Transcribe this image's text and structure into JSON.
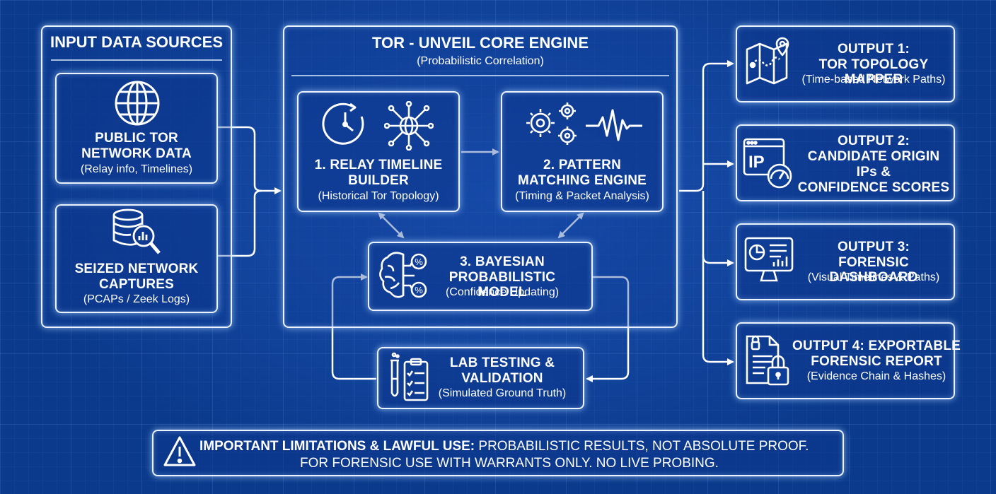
{
  "input_panel": {
    "title": "INPUT DATA SOURCES",
    "public_data": {
      "title_line1": "PUBLIC TOR",
      "title_line2": "NETWORK DATA",
      "subtitle": "(Relay info, Timelines)",
      "icon": "globe-icon"
    },
    "seized_captures": {
      "title_line1": "SEIZED NETWORK",
      "title_line2": "CAPTURES",
      "subtitle": "(PCAPs / Zeek Logs)",
      "icon": "database-search-icon"
    }
  },
  "core_engine": {
    "title": "TOR - UNVEIL CORE ENGINE",
    "subtitle": "(Probabilistic Correlation)",
    "relay_timeline": {
      "title_line1": "1. RELAY TIMELINE",
      "title_line2": "BUILDER",
      "subtitle": "(Historical Tor Topology)",
      "icons": [
        "clock-icon",
        "network-globe-icon"
      ]
    },
    "pattern_matching": {
      "title_line1": "2. PATTERN",
      "title_line2": "MATCHING ENGINE",
      "subtitle": "(Timing & Packet Analysis)",
      "icons": [
        "gears-icon",
        "waveform-icon"
      ]
    },
    "bayesian": {
      "title_line1": "3. BAYESIAN",
      "title_line2": "PROBABILISTIC MODEL",
      "subtitle": "(Confidence Updating)",
      "icon": "brain-percent-icon"
    }
  },
  "lab_testing": {
    "title_line1": "LAB TESTING &",
    "title_line2": "VALIDATION",
    "subtitle": "(Simulated Ground Truth)",
    "icon": "test-tube-clipboard-icon"
  },
  "outputs": [
    {
      "line1": "OUTPUT 1:",
      "line2": "TOR TOPOLOGY MAPPER",
      "line3": "(Time-based Network Paths)",
      "icon": "map-pin-icon"
    },
    {
      "line1": "OUTPUT 2:",
      "line2": "CANDIDATE ORIGIN",
      "line3": "IPs &",
      "line4": "CONFIDENCE SCORES",
      "icon_text": "IP",
      "icon": "ip-gauge-icon"
    },
    {
      "line1": "OUTPUT 3:",
      "line2": "FORENSIC DASHBOARD",
      "line3": "(Visual Timelines & Paths)",
      "icon": "monitor-dashboard-icon"
    },
    {
      "line1": "OUTPUT 4: EXPORTABLE",
      "line2": "FORENSIC REPORT",
      "line3": "(Evidence Chain & Hashes)",
      "icon": "document-lock-icon"
    }
  ],
  "warning": {
    "bold": "IMPORTANT LIMITATIONS & LAWFUL USE:",
    "line1_rest": " PROBABILISTIC RESULTS, NOT ABSOLUTE PROOF.",
    "line2": "FOR FORENSIC USE WITH WARRANTS ONLY. NO LIVE PROBING.",
    "icon": "warning-triangle-icon"
  },
  "colors": {
    "background": "#0b3a8c",
    "stroke": "#eaf3ff"
  }
}
